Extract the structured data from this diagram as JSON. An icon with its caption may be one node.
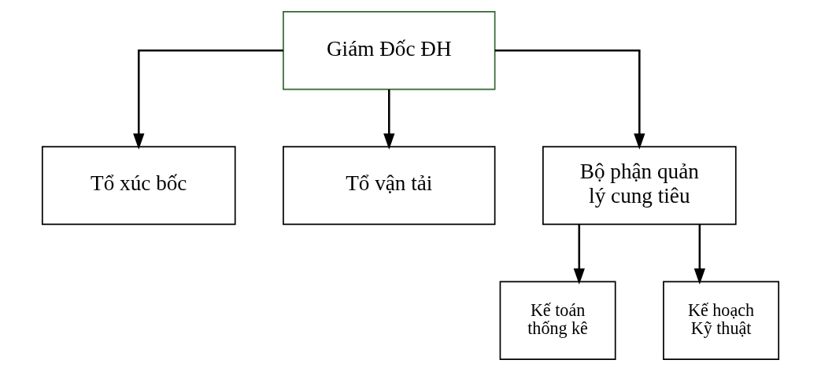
{
  "diagram": {
    "nodes": [
      {
        "text": [
          "Giám Đốc ĐH"
        ]
      },
      {
        "text": [
          "Tổ xúc bốc"
        ]
      },
      {
        "text": [
          "Tổ vận tải"
        ]
      },
      {
        "text": [
          "Bộ phận quản lý cung tiêu"
        ]
      },
      {
        "text": [
          "Kế toán thống kê"
        ]
      },
      {
        "text": [
          "Kế hoạch Kỹ thuật"
        ]
      }
    ],
    "edges": [
      {
        "from": 0,
        "to": 1,
        "arrow": "to"
      },
      {
        "from": 0,
        "to": 2,
        "arrow": "to"
      },
      {
        "from": 0,
        "to": 3,
        "arrow": "to"
      },
      {
        "from": 3,
        "to": 4,
        "arrow": "to"
      },
      {
        "from": 3,
        "to": 5,
        "arrow": "to"
      }
    ]
  }
}
